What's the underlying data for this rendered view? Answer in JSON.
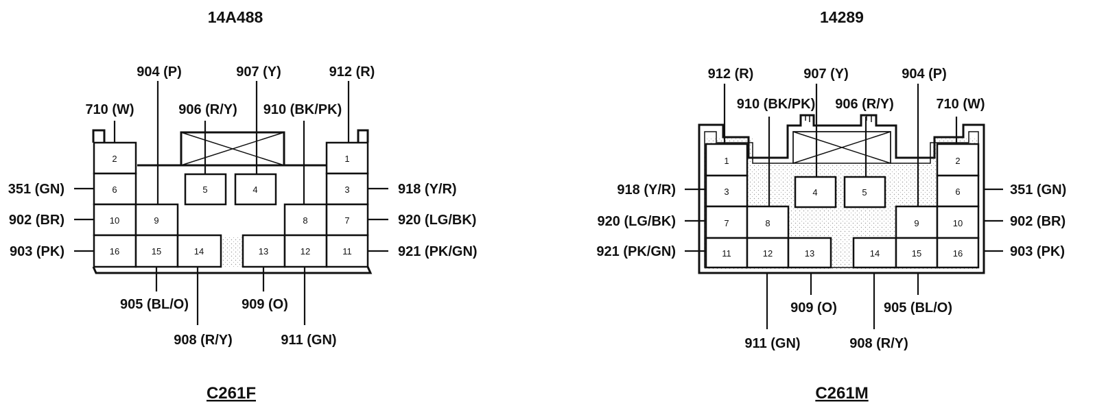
{
  "connectors": {
    "female": {
      "part_number": "14A488",
      "name": "C261F",
      "pins": [
        "1",
        "2",
        "3",
        "4",
        "5",
        "6",
        "7",
        "8",
        "9",
        "10",
        "11",
        "12",
        "13",
        "14",
        "15",
        "16"
      ],
      "wires": {
        "w710": "710 (W)",
        "w351": "351 (GN)",
        "w902": "902 (BR)",
        "w903": "903 (PK)",
        "w904": "904 (P)",
        "w906": "906 (R/Y)",
        "w907": "907 (Y)",
        "w910": "910 (BK/PK)",
        "w912": "912 (R)",
        "w918": "918 (Y/R)",
        "w920": "920 (LG/BK)",
        "w921": "921 (PK/GN)",
        "w905": "905 (BL/O)",
        "w908": "908 (R/Y)",
        "w909": "909 (O)",
        "w911": "911 (GN)"
      }
    },
    "male": {
      "part_number": "14289",
      "name": "C261M",
      "pins": [
        "1",
        "2",
        "3",
        "4",
        "5",
        "6",
        "7",
        "8",
        "9",
        "10",
        "11",
        "12",
        "13",
        "14",
        "15",
        "16"
      ],
      "wires": {
        "w912": "912 (R)",
        "w907": "907 (Y)",
        "w904": "904 (P)",
        "w910": "910 (BK/PK)",
        "w906": "906 (R/Y)",
        "w710": "710 (W)",
        "w918": "918 (Y/R)",
        "w351": "351 (GN)",
        "w920": "920 (LG/BK)",
        "w902": "902 (BR)",
        "w921": "921 (PK/GN)",
        "w903": "903 (PK)",
        "w909": "909 (O)",
        "w905": "905 (BL/O)",
        "w911": "911 (GN)",
        "w908": "908 (R/Y)"
      }
    }
  }
}
